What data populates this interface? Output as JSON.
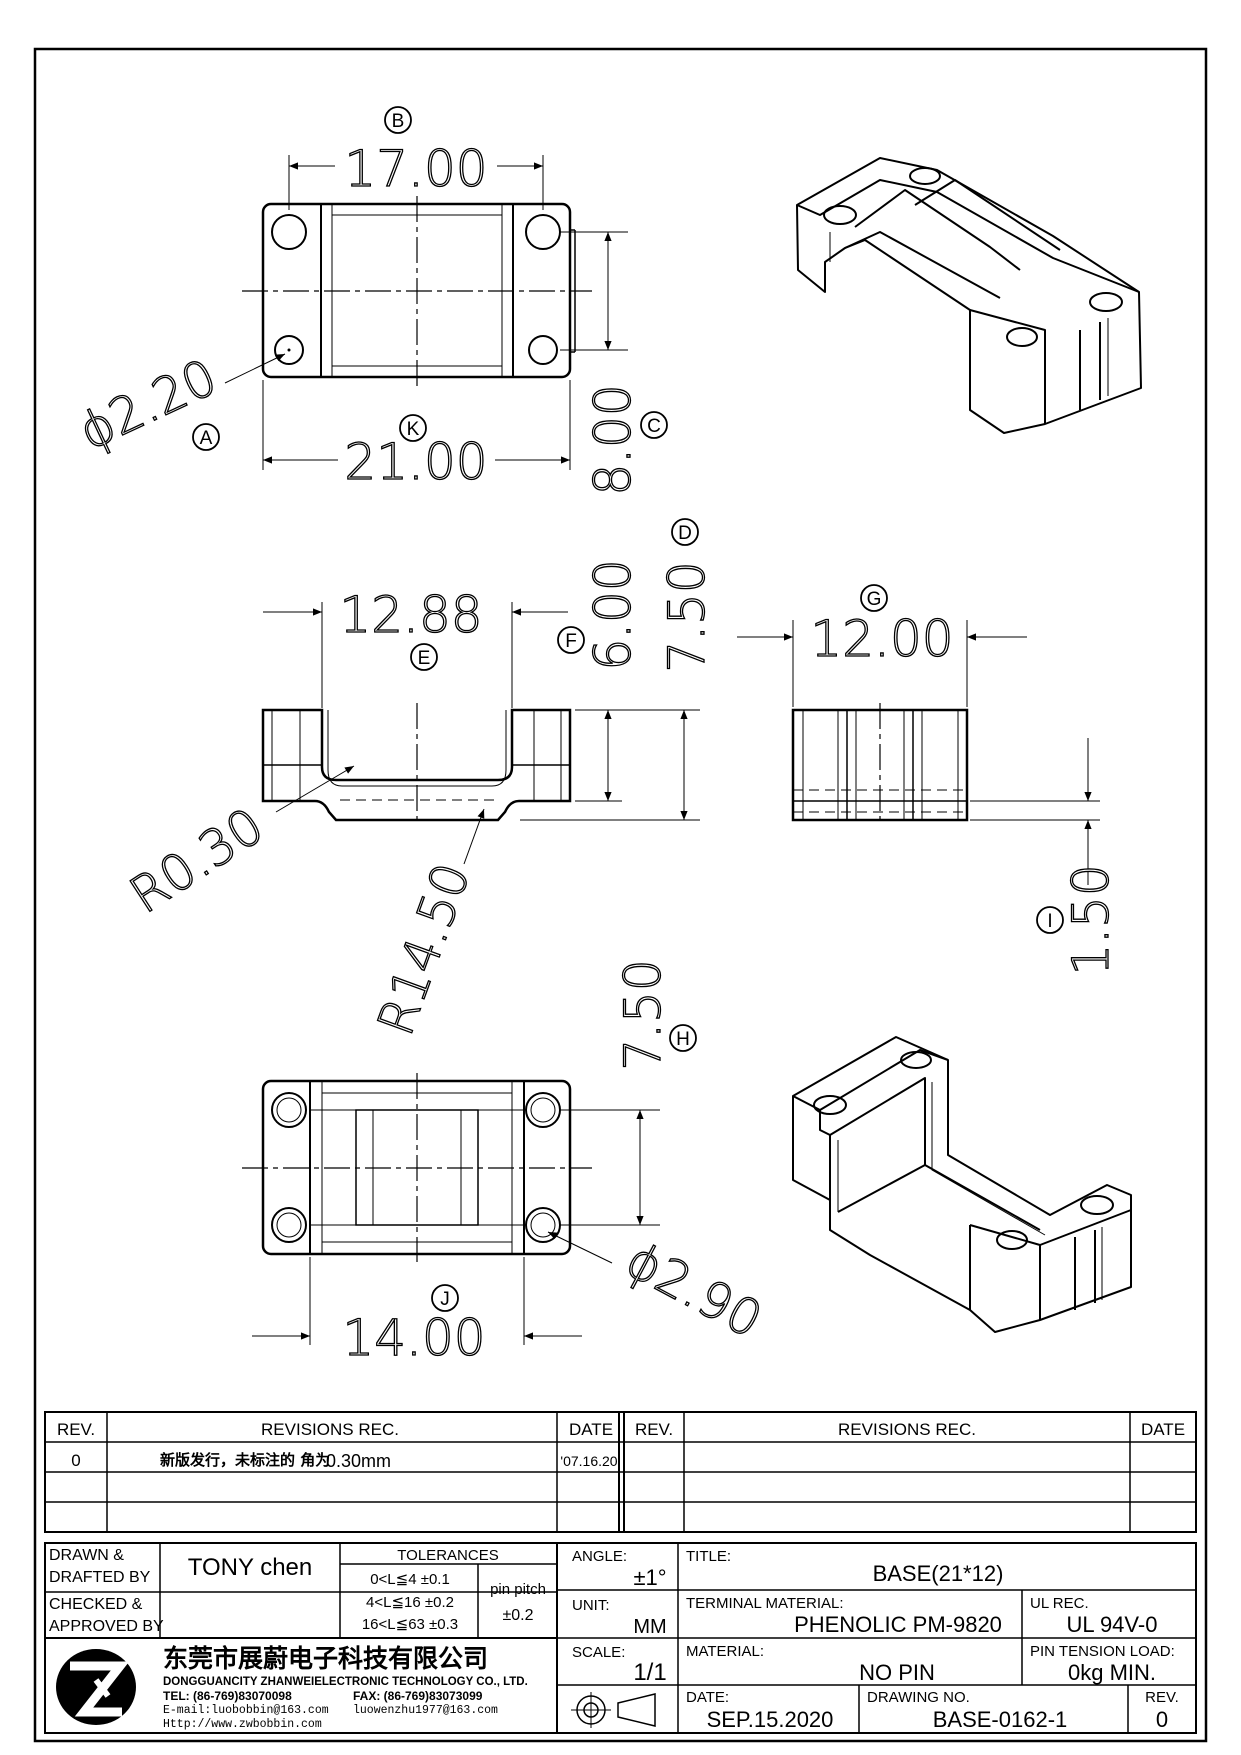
{
  "dimensions": {
    "b_17": "17.00",
    "k_21": "21.00",
    "c_8": "8.00",
    "a_dia": "ϕ2.20",
    "e_1288": "12.88",
    "f_6": "6.00",
    "d_75": "7.50",
    "g_12": "12.00",
    "r030": "R0.30",
    "r1450": "R14.50",
    "i_150": "1.50",
    "h_75": "7.50",
    "j_14": "14.00",
    "dia290": "ϕ2.90"
  },
  "balloons": {
    "a": "A",
    "b": "B",
    "c": "C",
    "d": "D",
    "e": "E",
    "f": "F",
    "g": "G",
    "h": "H",
    "i": "I",
    "j": "J",
    "k": "K"
  },
  "revisions": {
    "rev_header": "REV.",
    "rec_header": "REVISIONS    REC.",
    "date_header": "DATE",
    "rows": [
      {
        "rev": "0",
        "rec_cn": "新版发行，未标注的 角为",
        "rec_val": "0.30mm",
        "date": "'07.16.20"
      }
    ]
  },
  "title_block": {
    "drawn_label": "DRAWN &",
    "drafted_label": "DRAFTED BY",
    "checked_label": "CHECKED &",
    "approved_label": "APPROVED BY",
    "drawn_by": "TONY chen",
    "tolerances_label": "TOLERANCES",
    "tol1": "0<L≦4   ±0.1",
    "tol2": "4<L≦16  ±0.2",
    "tol3": "16<L≦63  ±0.3",
    "pin_pitch_label": "pin  pitch",
    "pin_pitch_val": "±0.2",
    "angle_label": "ANGLE:",
    "angle_val": "±1°",
    "unit_label": "UNIT:",
    "unit_val": "MM",
    "scale_label": "SCALE:",
    "scale_val": "1/1",
    "title_label": "TITLE:",
    "title_val": "BASE(21*12)",
    "terminal_label": "TERMINAL  MATERIAL:",
    "terminal_val": "PHENOLIC  PM-9820",
    "ul_label": "UL  REC.",
    "ul_val": "UL  94V-0",
    "material_label": "MATERIAL:",
    "material_val": "NO  PIN",
    "pin_tension_label": "PIN  TENSION  LOAD:",
    "pin_tension_val": "0kg  MIN.",
    "date_label": "DATE:",
    "date_val": "SEP.15.2020",
    "drawing_no_label": "DRAWING  NO.",
    "drawing_no_val": "BASE-0162-1",
    "rev_label": "REV.",
    "rev_val": "0"
  },
  "company": {
    "name_cn": "东莞市展蔚电子科技有限公司",
    "name_en": "DONGGUANCITY  ZHANWEIELECTRONIC  TECHNOLOGY  CO., LTD.",
    "tel": "TEL: (86-769)83070098",
    "fax": "FAX: (86-769)83073099",
    "email1": "E-mail:luobobbin@163.com",
    "email2": "luowenzhu1977@163.com",
    "web": "Http://www.zwbobbin.com"
  }
}
